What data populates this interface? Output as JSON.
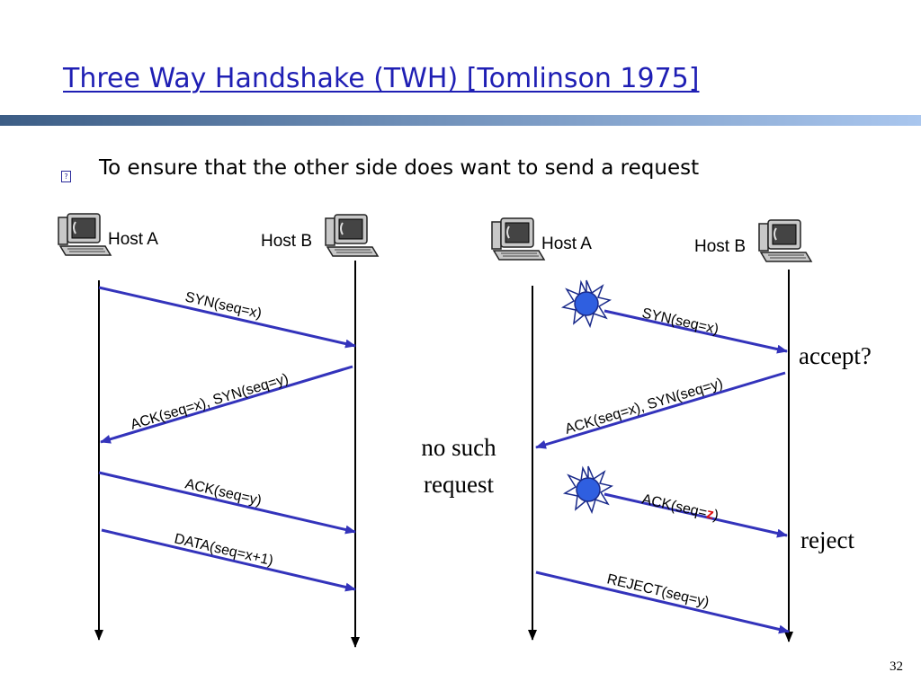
{
  "slide": {
    "title": "Three Way Handshake (TWH) [Tomlinson 1975]",
    "bullet_text": "To ensure that the other side does want to send a request",
    "page_number": "32"
  },
  "left_diagram": {
    "host_a": "Host A",
    "host_b": "Host B",
    "messages": [
      "SYN(seq=x)",
      "ACK(seq=x), SYN(seq=y)",
      "ACK(seq=y)",
      "DATA(seq=x+1)"
    ]
  },
  "right_diagram": {
    "host_a": "Host A",
    "host_b": "Host B",
    "messages": {
      "syn": "SYN(seq=x)",
      "ack_syn": "ACK(seq=x), SYN(seq=y)",
      "ack_prefix": "ACK(seq=",
      "ack_value": "z",
      "ack_suffix": ")",
      "reject": "REJECT(seq=y)"
    },
    "notes": {
      "accept": "accept?",
      "no_such_line1": "no such",
      "no_such_line2": "request",
      "reject": "reject"
    }
  },
  "colors": {
    "title": "#1f1fb4",
    "message_line": "#3333bb",
    "spark_fill": "#2f5fe0",
    "highlight_z": "#e01010"
  }
}
